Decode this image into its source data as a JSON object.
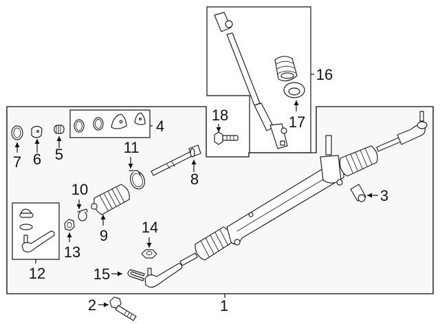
{
  "diagram": {
    "title": "Steering Gear Assembly – exploded parts view",
    "callouts": [
      {
        "id": "1",
        "label": "1",
        "part": "steering-gear-assembly"
      },
      {
        "id": "2",
        "label": "2",
        "part": "mounting-bolt"
      },
      {
        "id": "3",
        "label": "3",
        "part": "mount-bushing"
      },
      {
        "id": "4",
        "label": "4",
        "part": "seal-kit"
      },
      {
        "id": "5",
        "label": "5",
        "part": "bushing"
      },
      {
        "id": "6",
        "label": "6",
        "part": "plug"
      },
      {
        "id": "7",
        "label": "7",
        "part": "seal"
      },
      {
        "id": "8",
        "label": "8",
        "part": "inner-tie-rod"
      },
      {
        "id": "9",
        "label": "9",
        "part": "boot"
      },
      {
        "id": "10",
        "label": "10",
        "part": "boot-clamp-small"
      },
      {
        "id": "11",
        "label": "11",
        "part": "boot-clamp-large"
      },
      {
        "id": "12",
        "label": "12",
        "part": "outer-tie-rod-kit"
      },
      {
        "id": "13",
        "label": "13",
        "part": "jam-nut"
      },
      {
        "id": "14",
        "label": "14",
        "part": "nut"
      },
      {
        "id": "15",
        "label": "15",
        "part": "cotter-pin"
      },
      {
        "id": "16",
        "label": "16",
        "part": "intermediate-shaft-assembly"
      },
      {
        "id": "17",
        "label": "17",
        "part": "shaft-seal"
      },
      {
        "id": "18",
        "label": "18",
        "part": "pinch-bolt"
      }
    ]
  }
}
